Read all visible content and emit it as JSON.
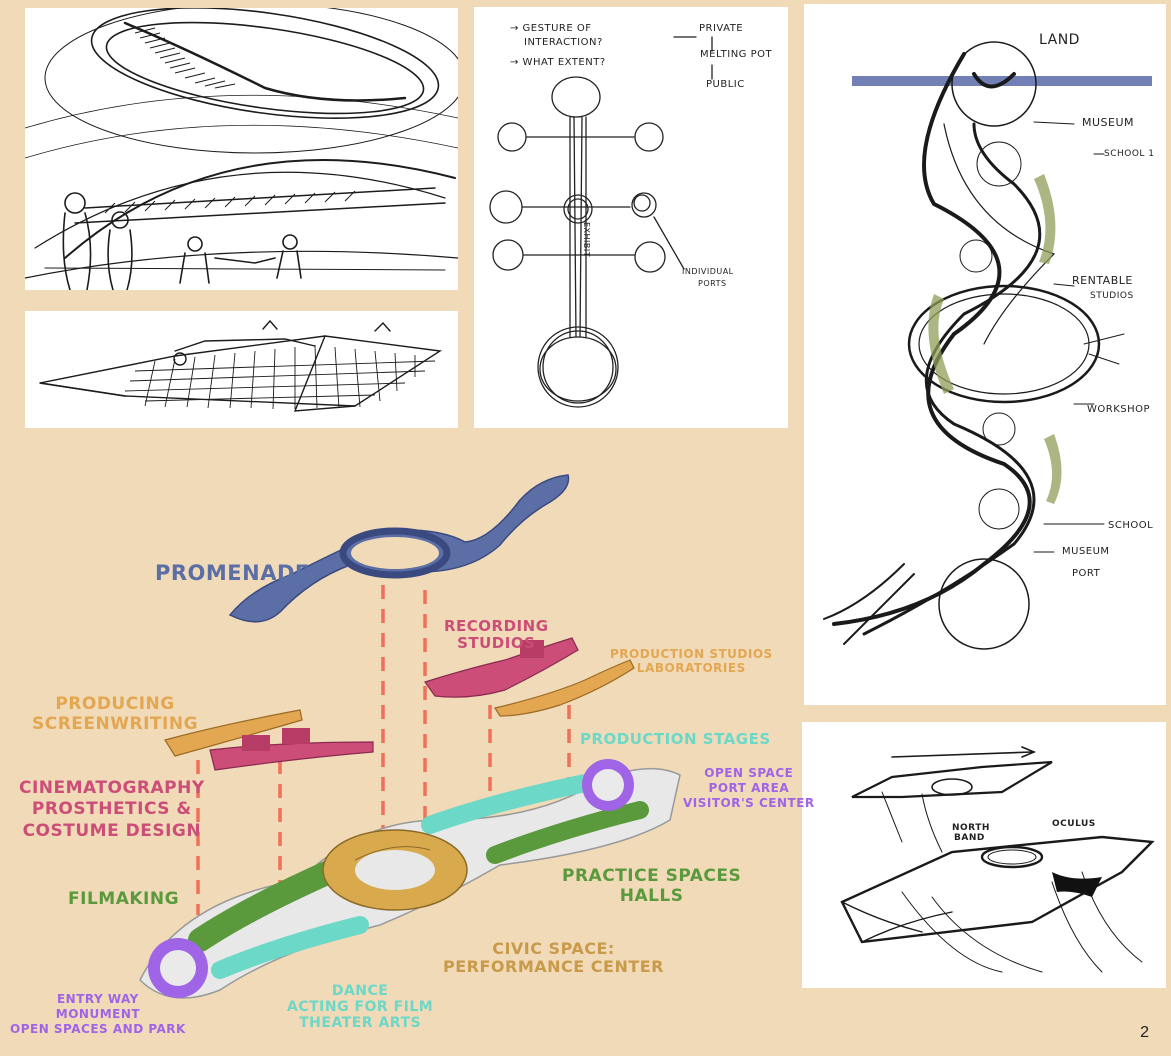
{
  "page_number": "2",
  "colors": {
    "background": "#f0dab8",
    "promenade": "#5b6fa6",
    "recording": "#cc4d78",
    "production": "#e3a752",
    "producing": "#e3a752",
    "cinematography": "#cc4d78",
    "production_stages": "#6cd8c8",
    "filmaking": "#5a9a3c",
    "practice": "#5a9a3c",
    "civic": "#c89a4a",
    "entry": "#a064e6",
    "open_space": "#a064e6",
    "dance": "#6cd8c8",
    "red_dash": "#f0705a"
  },
  "sketch_flow": {
    "line1": "→ GESTURE OF",
    "line2": "INTERACTION?",
    "line3": "→ WHAT EXTENT?",
    "private": "PRIVATE",
    "melting": "MELTING POT",
    "public": "PUBLIC",
    "exhibit": "EXHIBIT",
    "individual": "INDIVIDUAL",
    "ports": "PORTS"
  },
  "sketch_sequence": {
    "land": "LAND",
    "museum1": "MUSEUM",
    "school1": "SCHOOL 1",
    "rentable": "RENTABLE",
    "studios": "STUDIOS",
    "workshop": "WORKSHOP",
    "school": "SCHOOL",
    "museum2": "MUSEUM",
    "port": "PORT"
  },
  "sketch_oculus": {
    "north_band_1": "NORTH",
    "north_band_2": "BAND",
    "oculus": "OCULUS"
  },
  "labels": {
    "promenade": [
      "PROMENADE"
    ],
    "recording": [
      "RECORDING",
      "STUDIOS"
    ],
    "production_studios": [
      "PRODUCTION STUDIOS",
      "LABORATORIES"
    ],
    "producing": [
      "PRODUCING",
      "SCREENWRITING"
    ],
    "production_stages": [
      "PRODUCTION STAGES"
    ],
    "open_space": [
      "OPEN SPACE",
      "PORT AREA",
      "VISITOR'S CENTER"
    ],
    "cinematography": [
      "CINEMATOGRAPHY",
      "PROSTHETICS &",
      "COSTUME DESIGN"
    ],
    "filmaking": [
      "FILMAKING"
    ],
    "practice": [
      "PRACTICE SPACES",
      "HALLS"
    ],
    "civic": [
      "CIVIC SPACE:",
      "PERFORMANCE CENTER"
    ],
    "entry": [
      "ENTRY WAY",
      "MONUMENT",
      "OPEN SPACES AND PARK"
    ],
    "dance": [
      "DANCE",
      "ACTING FOR FILM",
      "THEATER ARTS"
    ]
  }
}
